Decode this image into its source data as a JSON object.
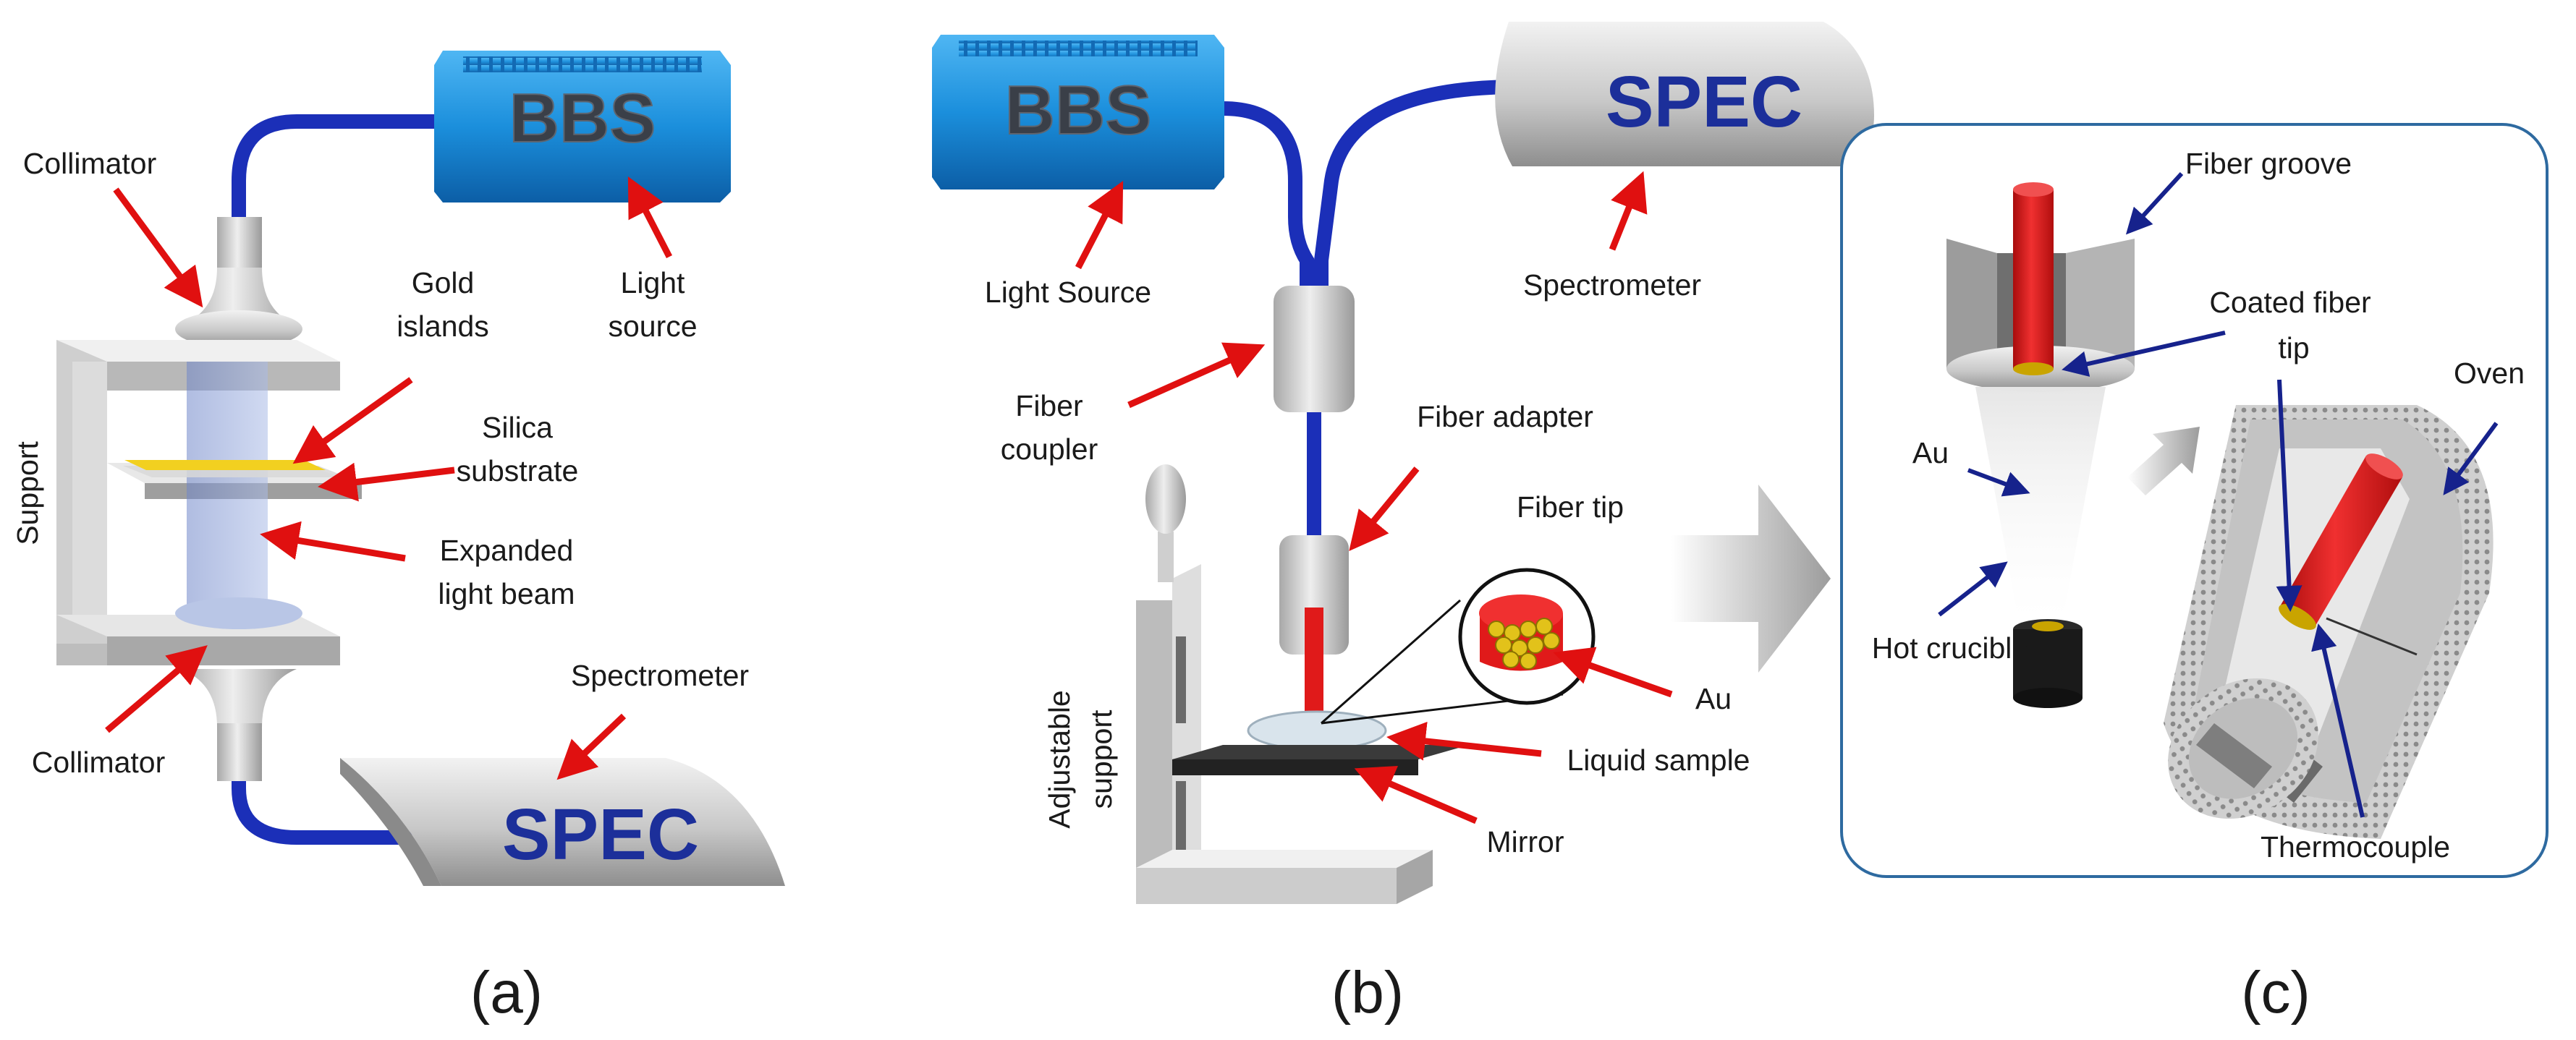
{
  "panel_a": {
    "caption": "(a)",
    "bbs_label": "BBS",
    "spec_label": "SPEC",
    "labels": {
      "collimator_top": "Collimator",
      "gold_line1": "Gold",
      "gold_line2": "islands",
      "light_line1": "Light",
      "light_line2": "source",
      "support": "Support",
      "silica_line1": "Silica",
      "silica_line2": "substrate",
      "expanded_line1": "Expanded",
      "expanded_line2": "light beam",
      "spectrometer": "Spectrometer",
      "collimator_bottom": "Collimator"
    }
  },
  "panel_b": {
    "caption": "(b)",
    "bbs_label": "BBS",
    "spec_label": "SPEC",
    "labels": {
      "light_source": "Light Source",
      "spectrometer": "Spectrometer",
      "coupler_line1": "Fiber",
      "coupler_line2": "coupler",
      "fiber_adapter": "Fiber adapter",
      "fiber_tip": "Fiber tip",
      "au": "Au",
      "liquid_sample": "Liquid sample",
      "mirror": "Mirror",
      "adjustable_line1": "Adjustable",
      "adjustable_line2": "support"
    }
  },
  "panel_c": {
    "caption": "(c)",
    "labels": {
      "fiber_groove": "Fiber groove",
      "coated_line1": "Coated fiber",
      "coated_line2": "tip",
      "oven": "Oven",
      "au": "Au",
      "hot_crucible": "Hot crucible",
      "thermocouple": "Thermocouple"
    }
  },
  "colors": {
    "fiber": "#1b2fb8",
    "bbs_box": "#1b8fdc",
    "arrow_red": "#e01010",
    "arrow_navy": "#16228c",
    "spec_text": "#1c2f9a",
    "gold": "#f2d020",
    "red_fiber": "#e01a1a",
    "panel_border": "#2e6aa0"
  }
}
